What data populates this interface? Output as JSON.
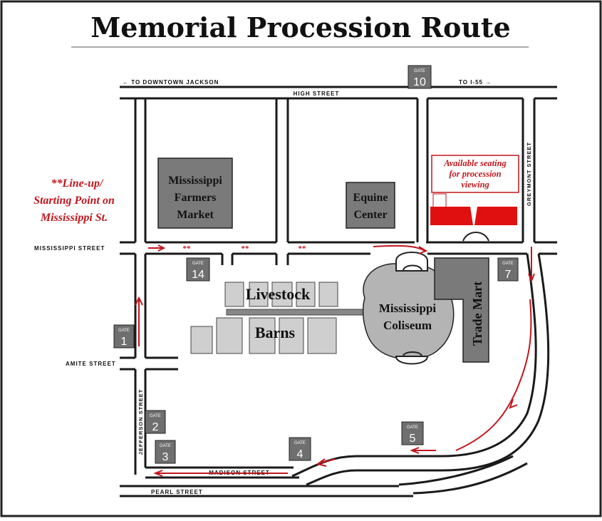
{
  "title": "Memorial Procession Route",
  "streets": {
    "to_downtown": "← TO DOWNTOWN JACKSON",
    "to_i55": "TO I-55 →",
    "high": "HIGH STREET",
    "mississippi": "MISSISSIPPI STREET",
    "amite": "AMITE STREET",
    "jefferson": "JEFFERSON STREET",
    "greymont": "GREYMONT STREET",
    "madison": "MADISON STREET",
    "pearl": "PEARL STREET"
  },
  "buildings": {
    "farmers_market": [
      "Mississippi",
      "Farmers",
      "Market"
    ],
    "equine_center": [
      "Equine",
      "Center"
    ],
    "livestock": "Livestock",
    "barns": "Barns",
    "coliseum": [
      "Mississippi",
      "Coliseum"
    ],
    "trade_mart": "Trade Mart"
  },
  "notes": {
    "lineup": [
      "**Line-up/",
      "Starting Point on",
      "Mississippi St."
    ],
    "seating": [
      "Available seating",
      "for procession",
      "viewing"
    ],
    "stars": "**"
  },
  "gates": [
    {
      "label": "GATE",
      "num": "10"
    },
    {
      "label": "GATE",
      "num": "14"
    },
    {
      "label": "GATE",
      "num": "7"
    },
    {
      "label": "GATE",
      "num": "1"
    },
    {
      "label": "GATE",
      "num": "2"
    },
    {
      "label": "GATE",
      "num": "3"
    },
    {
      "label": "GATE",
      "num": "4"
    },
    {
      "label": "GATE",
      "num": "5"
    }
  ],
  "colors": {
    "route_red": "#c0171d",
    "building_gray": "#7a7a7a",
    "barn_gray": "#cfcfcf",
    "gate_gray": "#6f6f6f",
    "road": "#1a1a1a"
  }
}
